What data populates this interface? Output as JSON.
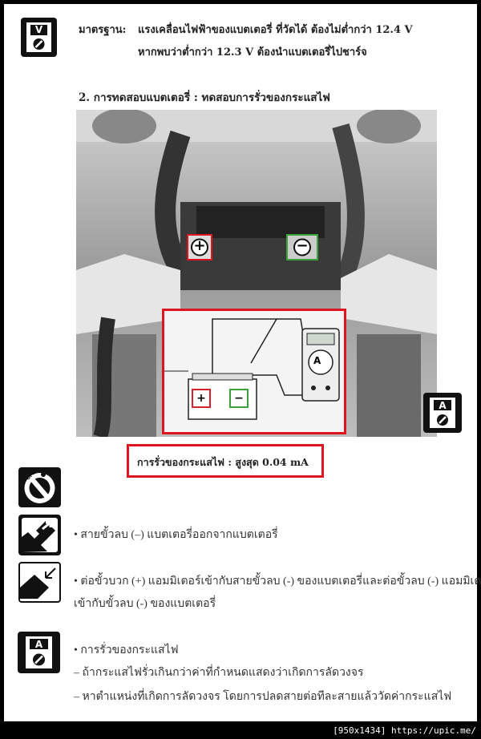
{
  "standard": {
    "label": "มาตรฐาน:",
    "line1": "แรงเคลื่อนไฟฟ้าของแบตเตอรี่ ที่วัดได้ ต้องไม่ต่ำกว่า 12.4 V",
    "line2": "หากพบว่าต่ำกว่า 12.3 V ต้องนำแบตเตอรี่ไปชาร์จ",
    "icon": "voltmeter-icon",
    "icon_letter": "V"
  },
  "section_title": "2. การทดสอบแบตเตอรี่ : ทดสอบการรั่วของกระแสไฟ",
  "figure": {
    "plus_symbol": "+",
    "minus_symbol": "−",
    "meter_letter": "A",
    "side_icon": "ammeter-icon",
    "side_icon_letter": "A",
    "colors": {
      "positive": "#d8202a",
      "negative": "#3aa23a",
      "highlight": "#e0141e"
    }
  },
  "caption": "การรั่วของกระแสไฟ : สูงสุด 0.04 mA",
  "steps": [
    {
      "icon": "ignition-off-icon",
      "icon_label": "OFF",
      "text": ""
    },
    {
      "icon": "disconnect-terminal-icon",
      "text": "• สายขั้วลบ (–) แบตเตอรี่ออกจากแบตเตอรี่"
    },
    {
      "icon": "connect-terminal-icon",
      "text": "• ต่อขั้วบวก (+) แอมมิเตอร์เข้ากับสายขั้วลบ (-) ของแบตเตอรี่และต่อขั้วลบ (-) แอมมิเตอร์",
      "text2": "เข้ากับขั้วลบ (-) ของแบตเตอรี่"
    },
    {
      "icon": "ammeter-icon",
      "icon_letter": "A",
      "text": "• การรั่วของกระแสไฟ",
      "text2": "– ถ้ากระแสไฟรั่วเกินกว่าค่าที่กำหนดแสดงว่าเกิดการลัดวงจร",
      "text3": "– หาตำแหน่งที่เกิดการลัดวงจร โดยการปลดสายต่อทีละสายแล้ววัดค่ากระแสไฟ"
    }
  ],
  "watermark": "[950x1434] https://upic.me/"
}
